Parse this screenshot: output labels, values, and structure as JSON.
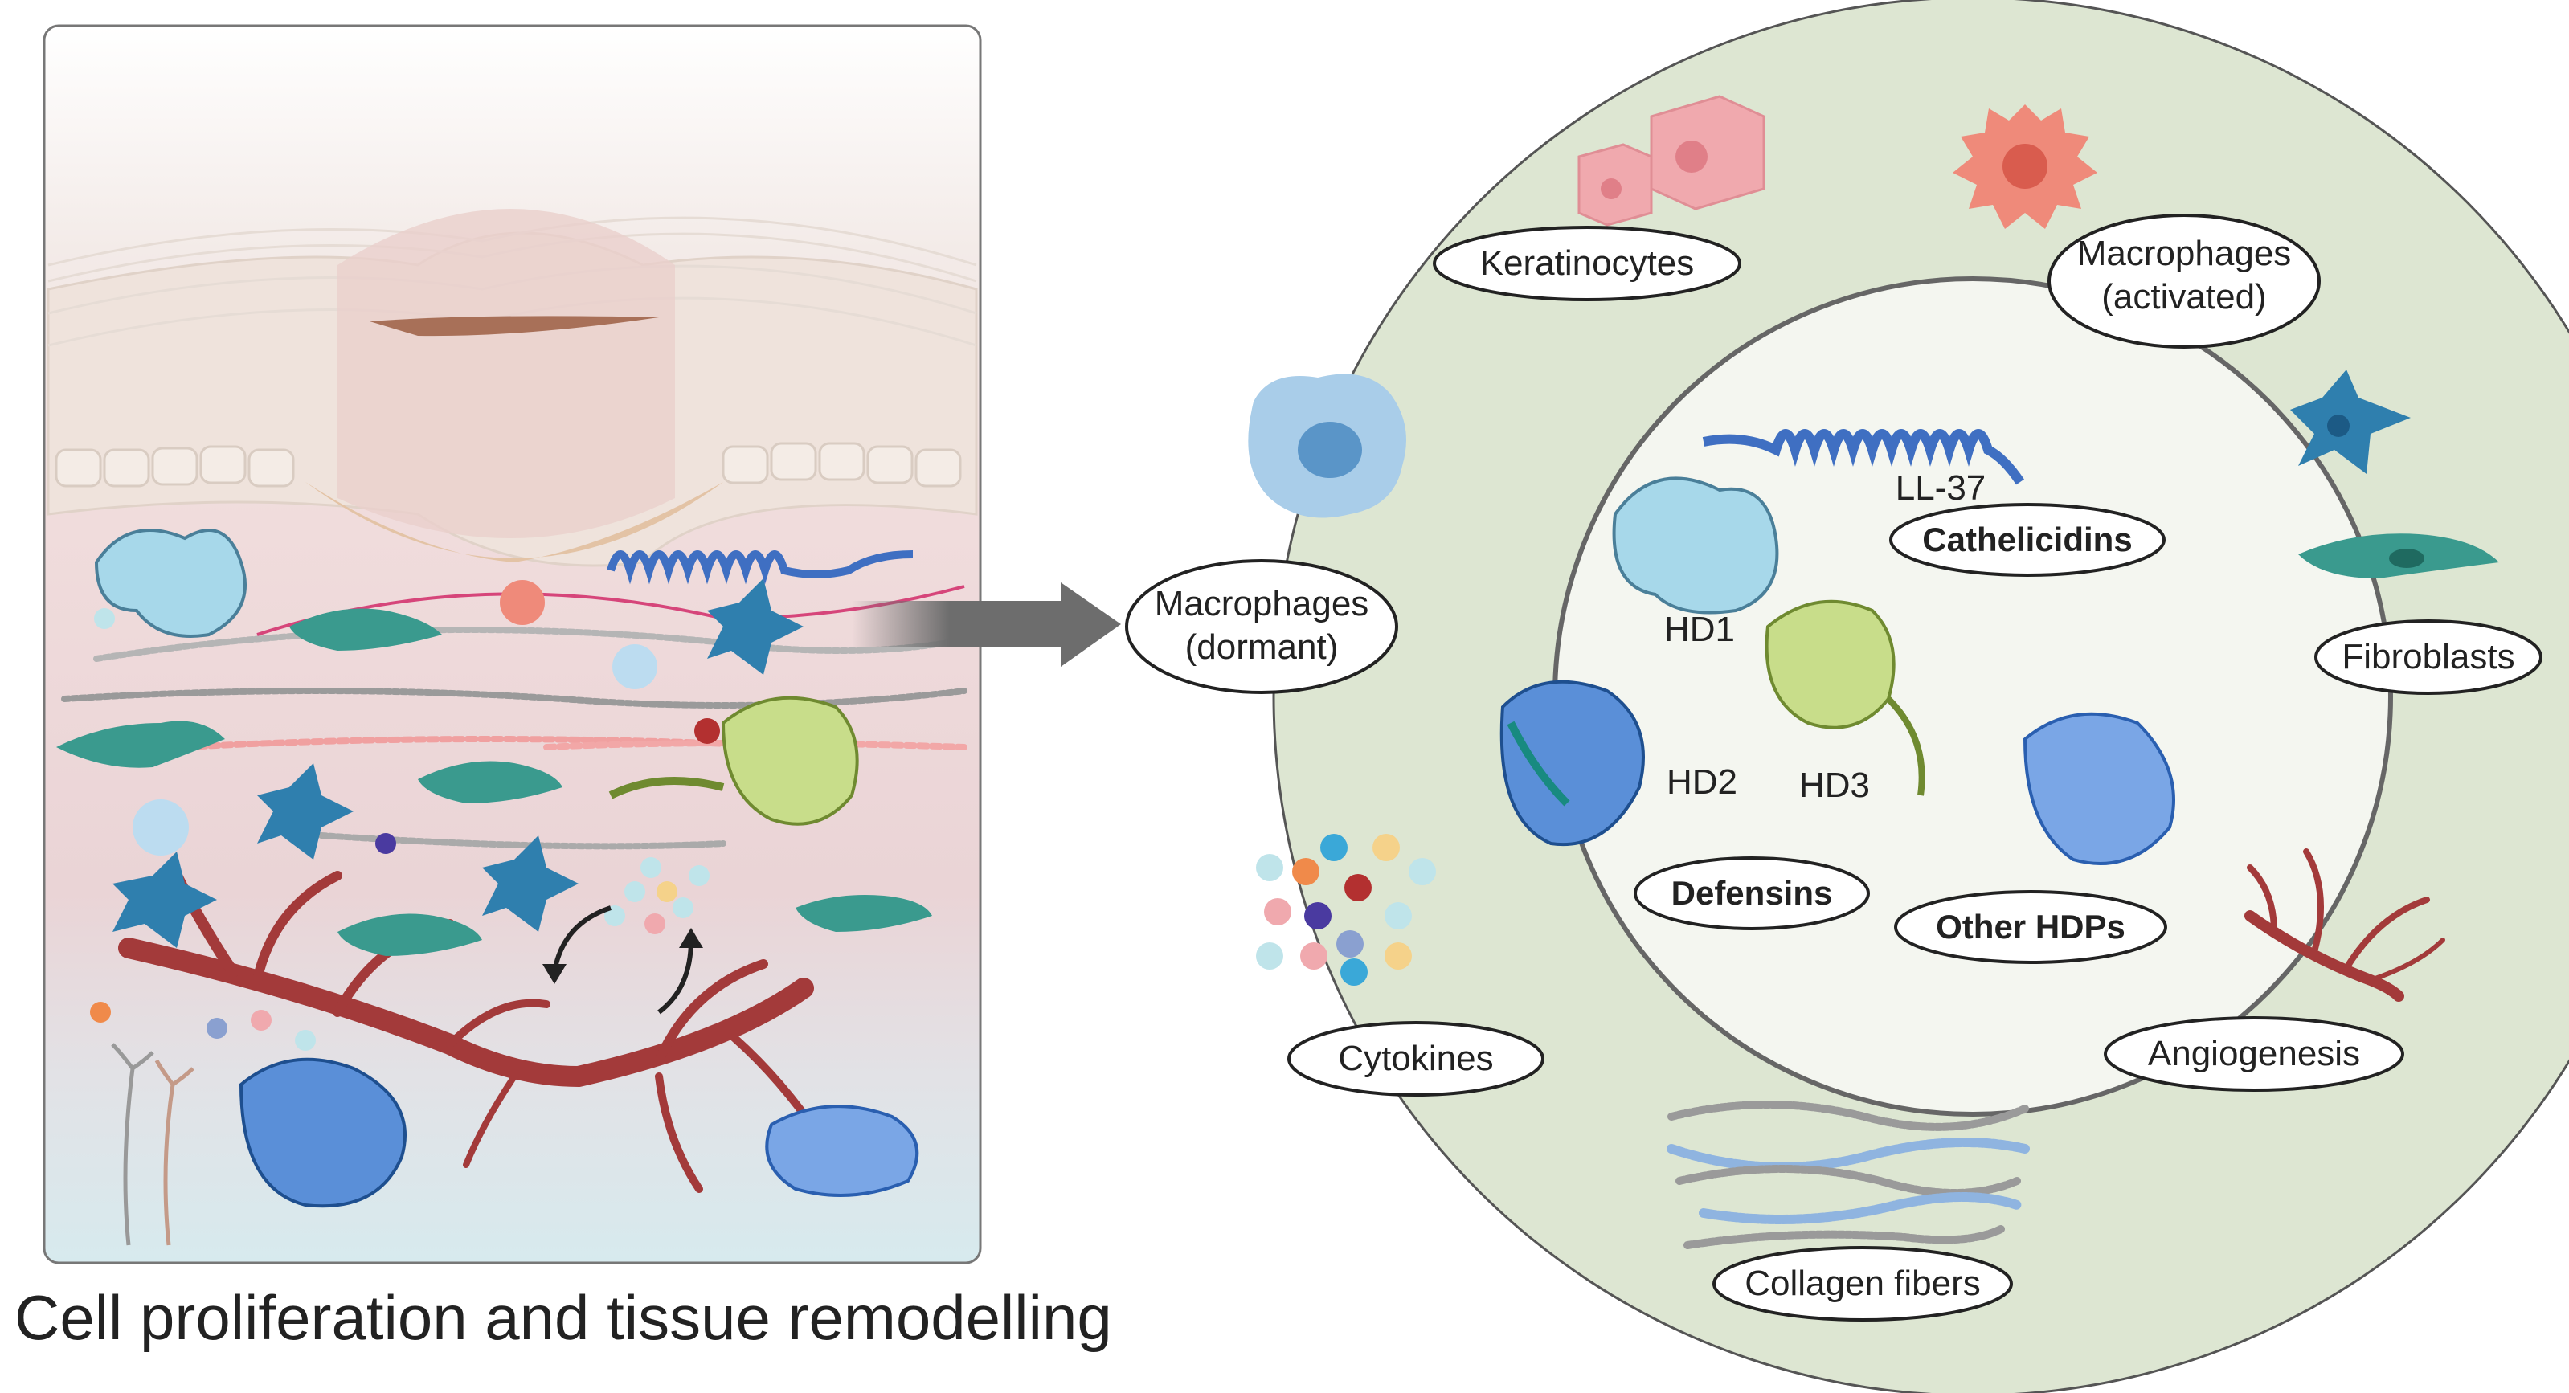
{
  "caption": "Cell proliferation and tissue remodelling",
  "outer_ring_labels": {
    "keratinocytes": "Keratinocytes",
    "macrophages_activated_1": "Macrophages",
    "macrophages_activated_2": "(activated)",
    "macrophages_dormant_1": "Macrophages",
    "macrophages_dormant_2": "(dormant)",
    "fibroblasts": "Fibroblasts",
    "cytokines": "Cytokines",
    "angiogenesis": "Angiogenesis",
    "collagen_fibers": "Collagen fibers"
  },
  "inner_circle_labels": {
    "ll37": "LL-37",
    "cathelicidins": "Cathelicidins",
    "hd1": "HD1",
    "hd2": "HD2",
    "hd3": "HD3",
    "defensins": "Defensins",
    "other_hdps": "Other HDPs"
  },
  "colors": {
    "outer_ring": "#dde6d2",
    "inner_circle": "#f4f6f0",
    "keratinocyte": "#f0a9ae",
    "macrophage_activated": "#ef8a7a",
    "macrophage_dormant": "#a9cde9",
    "fibroblast_blue": "#2f7fae",
    "fibroblast_teal": "#3a9a8e",
    "vessel": "#a33a3a",
    "protein_light_blue": "#a7d8ea",
    "protein_blue": "#5a8fd8",
    "protein_green": "#c8dd8a",
    "arrow": "#6d6d6d"
  }
}
